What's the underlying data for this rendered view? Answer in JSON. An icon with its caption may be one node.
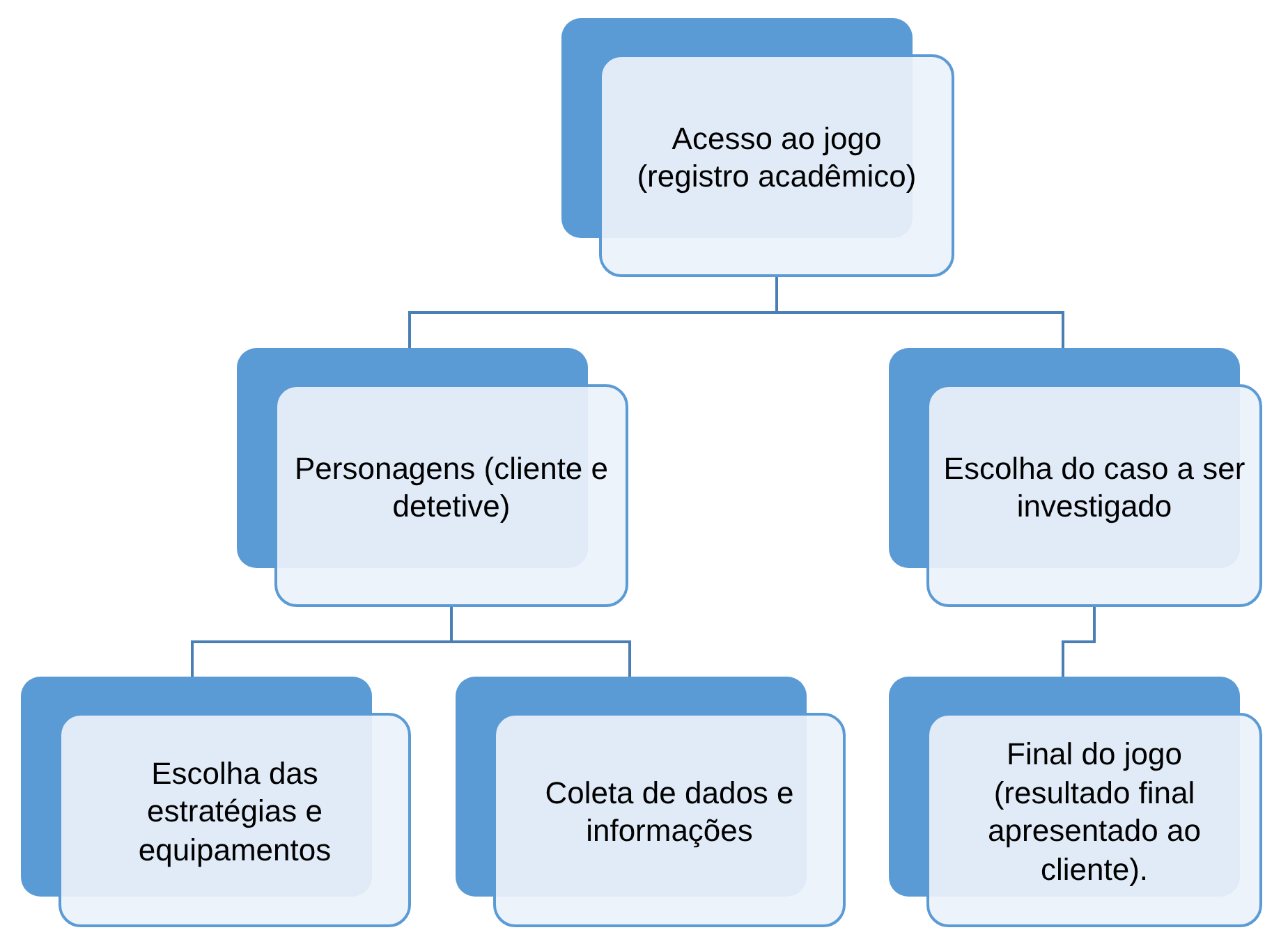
{
  "diagram": {
    "nodes": [
      {
        "text": [
          "Acesso ao jogo (registro acadêmico)"
        ]
      },
      {
        "text": [
          "Personagens (cliente e detetive)"
        ]
      },
      {
        "text": [
          "Escolha do caso a ser investigado"
        ]
      },
      {
        "text": [
          "Escolha das estratégias e equipamentos"
        ]
      },
      {
        "text": [
          "Coleta de dados e informações"
        ]
      },
      {
        "text": [
          "Final do jogo (resultado final apresentado ao cliente)."
        ]
      }
    ],
    "edges": [
      {
        "from": 0,
        "to": 1,
        "arrow": "none"
      },
      {
        "from": 0,
        "to": 2,
        "arrow": "none"
      },
      {
        "from": 1,
        "to": 3,
        "arrow": "none"
      },
      {
        "from": 1,
        "to": 4,
        "arrow": "none"
      },
      {
        "from": 2,
        "to": 5,
        "arrow": "none"
      }
    ]
  }
}
